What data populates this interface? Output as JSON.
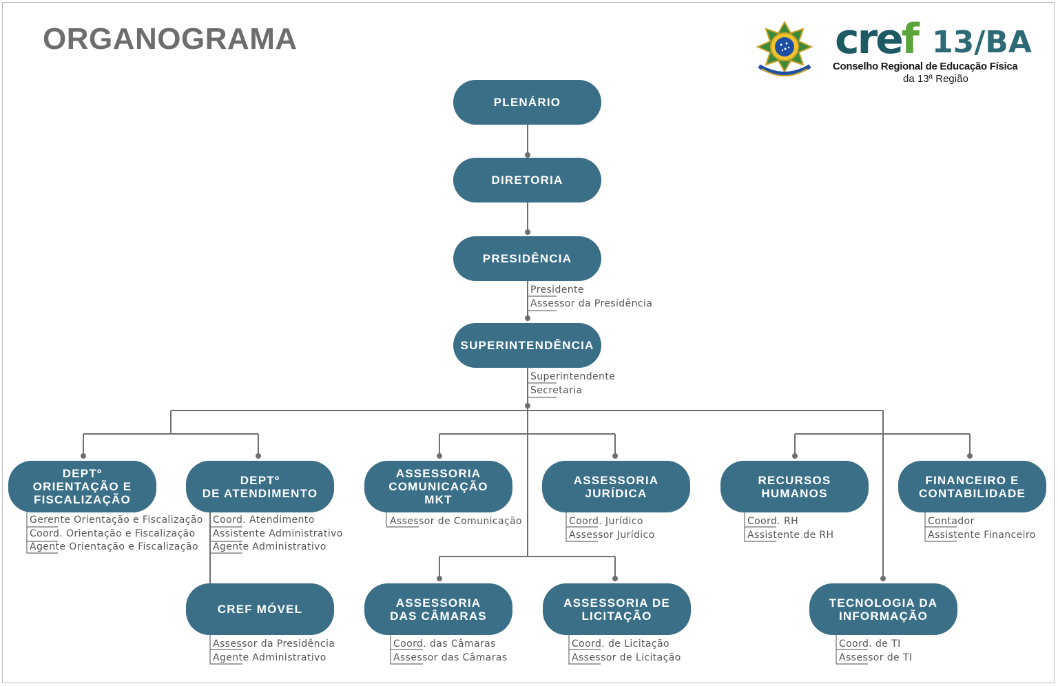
{
  "title": "ORGANOGRAMA",
  "logo": {
    "word_a": "cre",
    "word_b": "f",
    "region_code": "13/BA",
    "subtitle_line1": "Conselho Regional de Educação Física",
    "subtitle_line2": "da 13ª Região"
  },
  "colors": {
    "node": "#3b6f88",
    "line": "#6e6e6e",
    "title": "#6d6d6d"
  },
  "nodes": {
    "plenario": {
      "label": "PLENÁRIO"
    },
    "diretoria": {
      "label": "DIRETORIA"
    },
    "presidencia": {
      "label": "PRESIDÊNCIA",
      "items": [
        "Presidente",
        "Assessor da Presidência"
      ]
    },
    "superintendencia": {
      "label": "SUPERINTENDÊNCIA",
      "items": [
        "Superintendente",
        "Secretaria"
      ]
    },
    "dept_orientacao": {
      "label": "DEPTº\nORIENTAÇÃO E\nFISCALIZAÇÃO",
      "items": [
        "Gerente Orientação e Fiscalização",
        "Coord. Orientação e Fiscalização",
        "Agente Orientação e Fiscalização"
      ]
    },
    "dept_atendimento": {
      "label": "DEPTº\nDE ATENDIMENTO",
      "items": [
        "Coord. Atendimento",
        "Assistente Administrativo",
        "Agente Administrativo"
      ]
    },
    "ass_comunicacao": {
      "label": "ASSESSORIA\nCOMUNICAÇÃO\nMKT",
      "items": [
        "Assessor de Comunicação"
      ]
    },
    "ass_juridica": {
      "label": "ASSESSORIA\nJURÍDICA",
      "items": [
        "Coord. Jurídico",
        "Assessor Jurídico"
      ]
    },
    "recursos_humanos": {
      "label": "RECURSOS\nHUMANOS",
      "items": [
        "Coord. RH",
        "Assistente de RH"
      ]
    },
    "financeiro": {
      "label": "FINANCEIRO E\nCONTABILIDADE",
      "items": [
        "Contador",
        "Assistente Financeiro"
      ]
    },
    "cref_movel": {
      "label": "CREF MÓVEL",
      "items": [
        "Assessor da Presidência",
        "Agente Administrativo"
      ]
    },
    "ass_camaras": {
      "label": "ASSESSORIA\nDAS CÂMARAS",
      "items": [
        "Coord. das Câmaras",
        "Assessor das Câmaras"
      ]
    },
    "ass_licitacao": {
      "label": "ASSESSORIA DE\nLICITAÇÃO",
      "items": [
        "Coord. de Licitação",
        "Assessor de Licitação"
      ]
    },
    "tecnologia": {
      "label": "TECNOLOGIA DA\nINFORMAÇÃO",
      "items": [
        "Coord. de TI",
        "Assessor de TI"
      ]
    }
  }
}
